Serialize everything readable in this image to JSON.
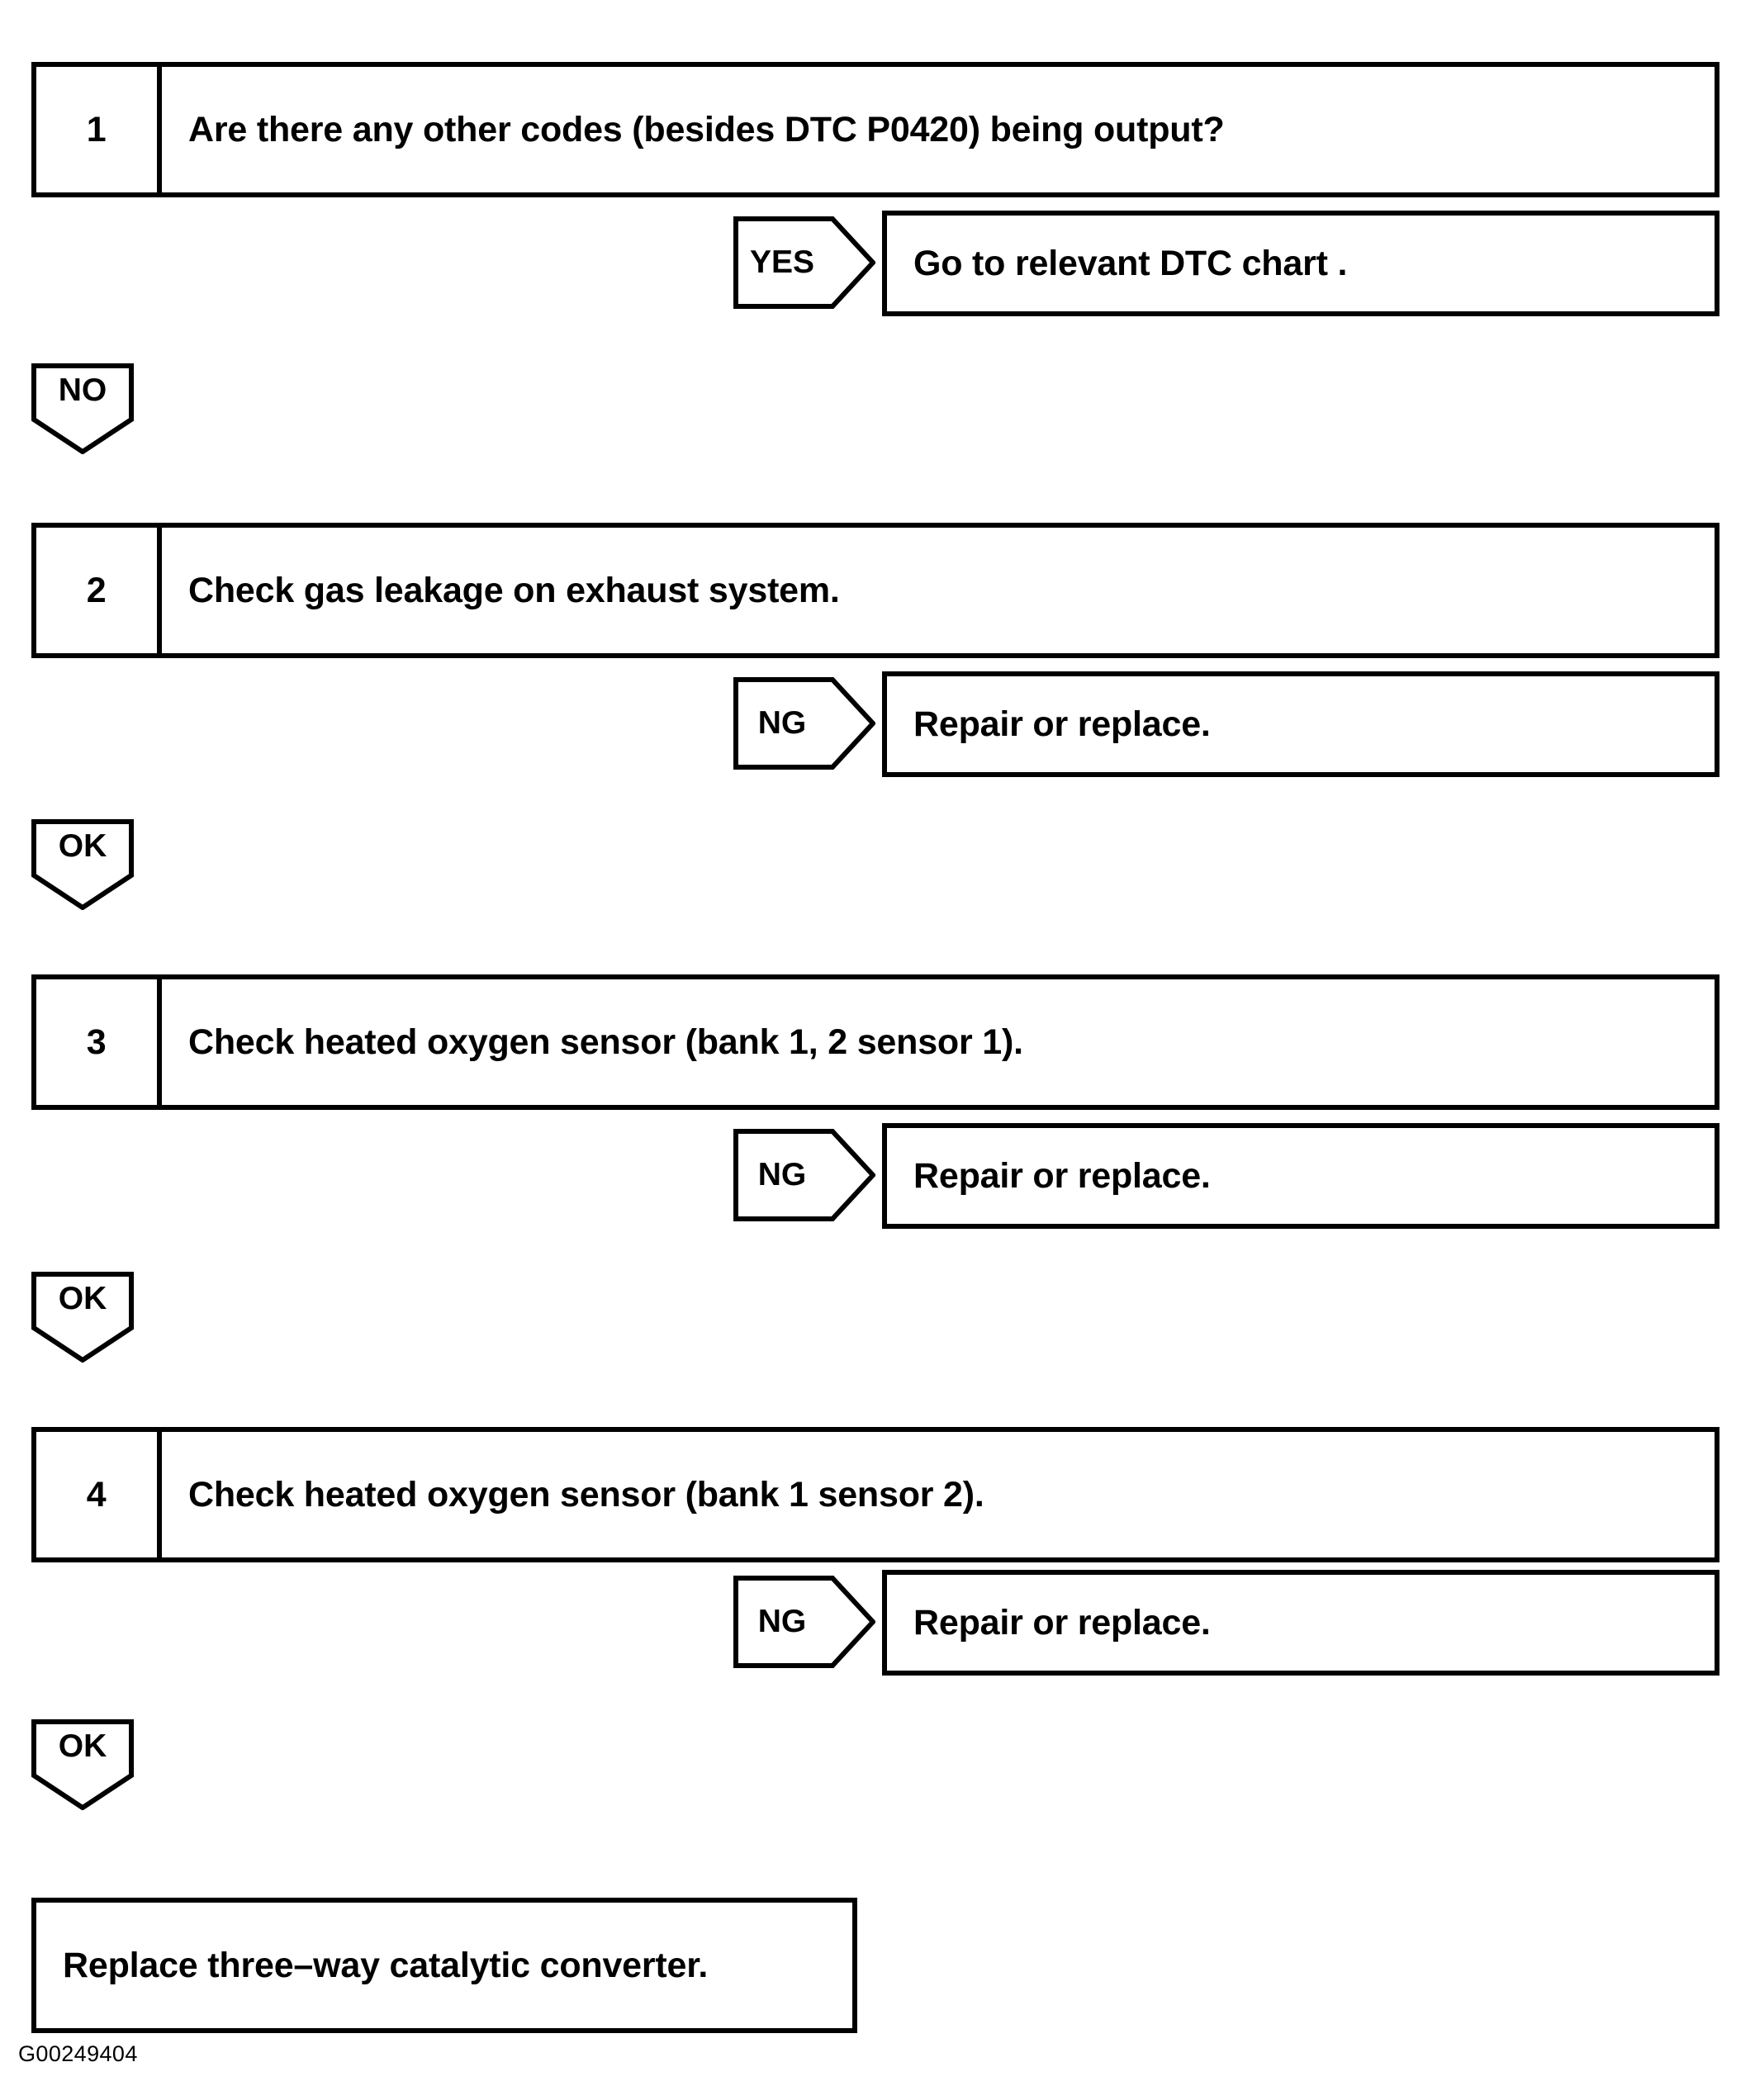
{
  "document": {
    "type": "diagnostic-flowchart",
    "footer_code": "G00249404"
  },
  "flow": {
    "steps": [
      {
        "number": "1",
        "text": "Are there any other codes (besides DTC P0420) being output?",
        "branch_label": "YES",
        "branch_result": "Go to relevant DTC chart .",
        "continue_label": "NO"
      },
      {
        "number": "2",
        "text": "Check gas leakage on exhaust system.",
        "branch_label": "NG",
        "branch_result": "Repair or replace.",
        "continue_label": "OK"
      },
      {
        "number": "3",
        "text": "Check heated oxygen sensor (bank 1, 2 sensor 1).",
        "branch_label": "NG",
        "branch_result": "Repair or replace.",
        "continue_label": "OK"
      },
      {
        "number": "4",
        "text": "Check heated oxygen sensor (bank 1 sensor 2).",
        "branch_label": "NG",
        "branch_result": "Repair or replace.",
        "continue_label": "OK"
      }
    ],
    "final": {
      "text": "Replace three–way catalytic converter."
    }
  },
  "colors": {
    "line": "#000000",
    "background": "#ffffff",
    "text": "#000000"
  }
}
